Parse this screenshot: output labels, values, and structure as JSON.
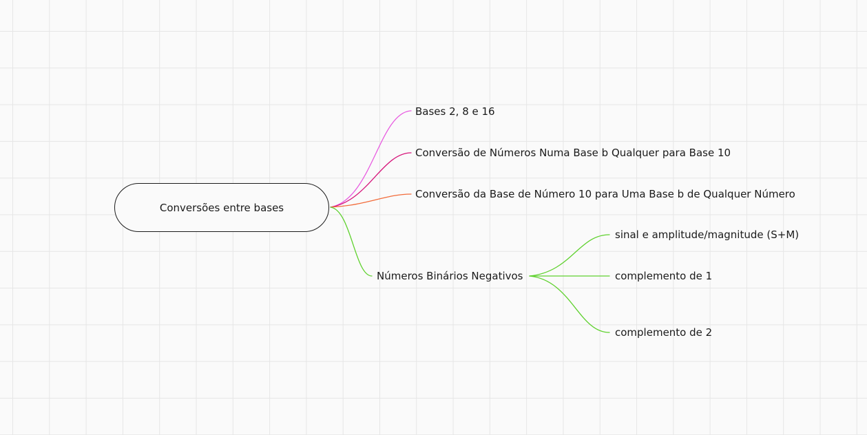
{
  "mindmap": {
    "root": {
      "label": "Conversões entre bases"
    },
    "branches": [
      {
        "label": "Bases 2, 8 e 16",
        "color": "#e85ce0"
      },
      {
        "label": "Conversão de Números Numa Base b Qualquer para Base 10",
        "color": "#d6157a"
      },
      {
        "label": "Conversão da Base de Número 10 para Uma Base b de Qualquer Número",
        "color": "#f26b3a"
      },
      {
        "label": "Números Binários Negativos",
        "color": "#5ed12d",
        "children": [
          {
            "label": "sinal e amplitude/magnitude (S+M)"
          },
          {
            "label": "complemento de 1"
          },
          {
            "label": "complemento de 2"
          }
        ]
      }
    ]
  }
}
